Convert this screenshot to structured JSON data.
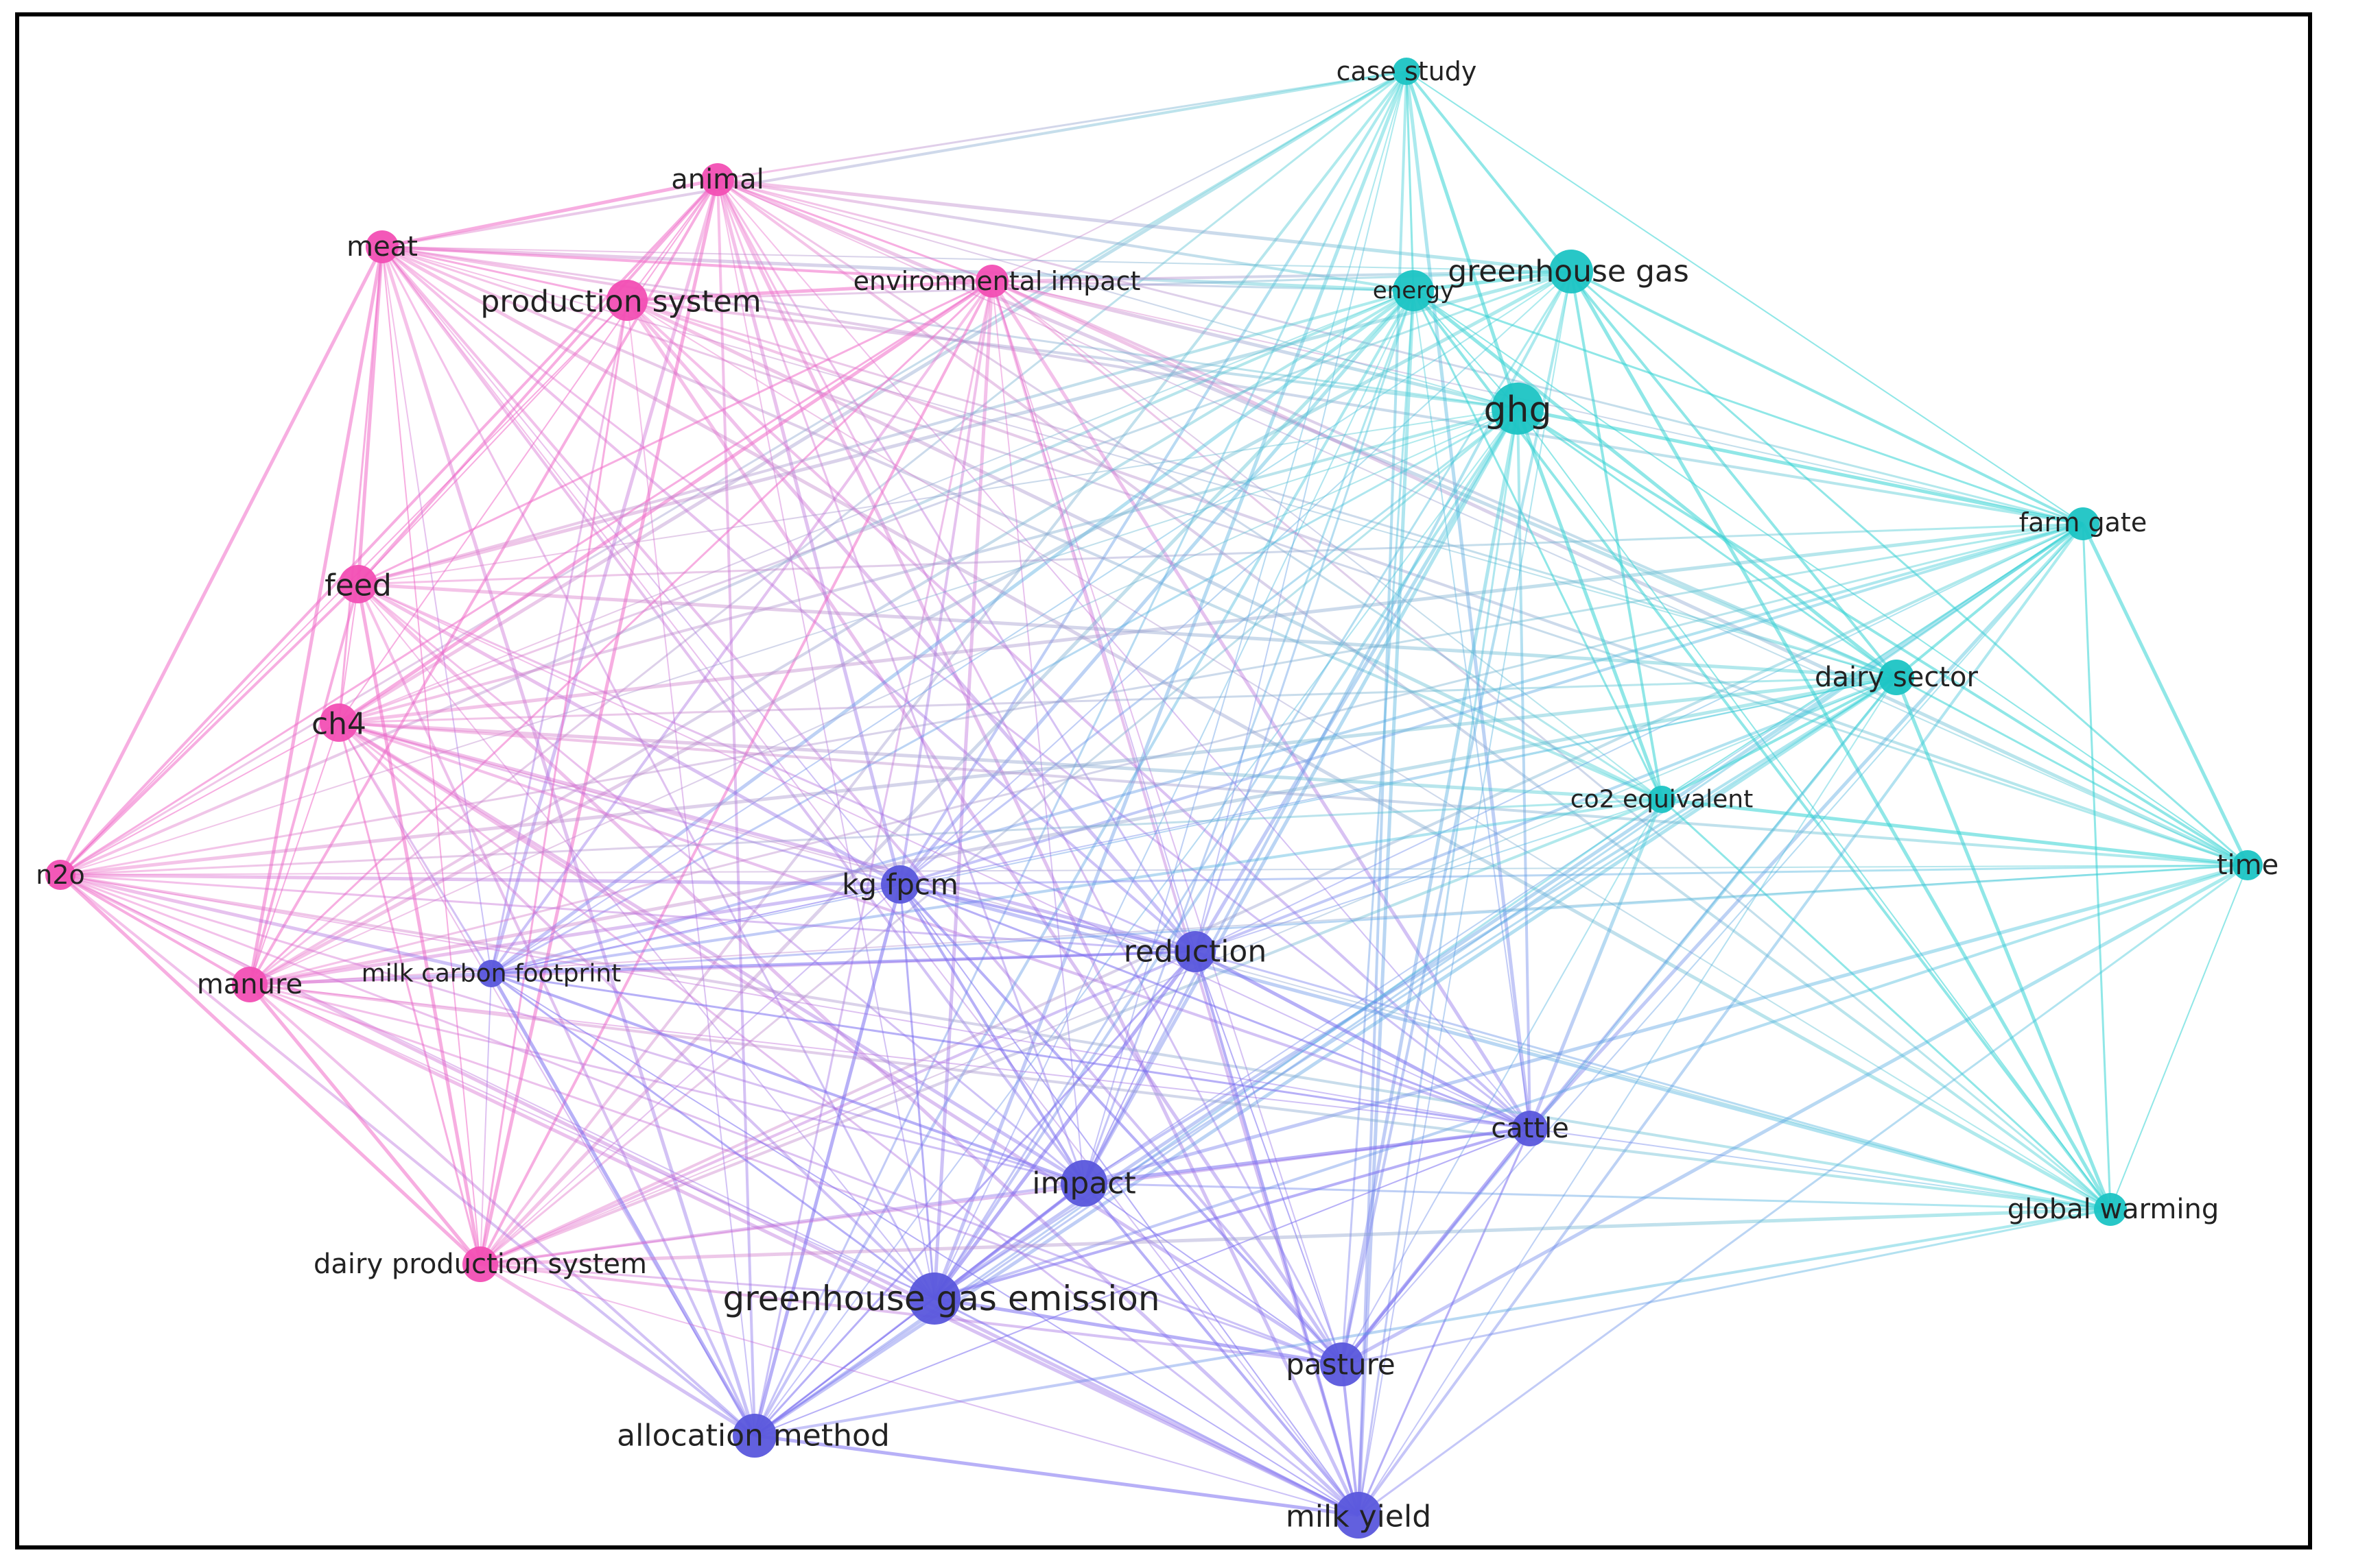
{
  "colors": {
    "cluster_pink": "#f06bc8",
    "cluster_pink_node": "#f24fb4",
    "cluster_blue": "#7b6ff0",
    "cluster_blue_node": "#5a57dc",
    "cluster_cyan": "#35d4d4",
    "cluster_cyan_node": "#1cc4c4",
    "frame": "#000000",
    "label": "#222222"
  },
  "nodes": [
    {
      "id": "case_study",
      "label": "case study",
      "cluster": "cyan"
    },
    {
      "id": "animal",
      "label": "animal",
      "cluster": "pink"
    },
    {
      "id": "meat",
      "label": "meat",
      "cluster": "pink"
    },
    {
      "id": "production_system",
      "label": "production system",
      "cluster": "pink"
    },
    {
      "id": "environmental_impact",
      "label": "environmental impact",
      "cluster": "pink"
    },
    {
      "id": "energy",
      "label": "energy",
      "cluster": "cyan"
    },
    {
      "id": "greenhouse_gas",
      "label": "greenhouse gas",
      "cluster": "cyan"
    },
    {
      "id": "ghg",
      "label": "ghg",
      "cluster": "cyan"
    },
    {
      "id": "farm_gate",
      "label": "farm gate",
      "cluster": "cyan"
    },
    {
      "id": "feed",
      "label": "feed",
      "cluster": "pink"
    },
    {
      "id": "dairy_sector",
      "label": "dairy sector",
      "cluster": "cyan"
    },
    {
      "id": "ch4",
      "label": "ch4",
      "cluster": "pink"
    },
    {
      "id": "co2_equivalent",
      "label": "co2 equivalent",
      "cluster": "cyan"
    },
    {
      "id": "n2o",
      "label": "n2o",
      "cluster": "pink"
    },
    {
      "id": "kg_fpcm",
      "label": "kg fpcm",
      "cluster": "blue"
    },
    {
      "id": "time",
      "label": "time",
      "cluster": "cyan"
    },
    {
      "id": "reduction",
      "label": "reduction",
      "cluster": "blue"
    },
    {
      "id": "manure",
      "label": "manure",
      "cluster": "pink"
    },
    {
      "id": "milk_carbon_footprint",
      "label": "milk carbon footprint",
      "cluster": "blue"
    },
    {
      "id": "cattle",
      "label": "cattle",
      "cluster": "blue"
    },
    {
      "id": "impact",
      "label": "impact",
      "cluster": "blue"
    },
    {
      "id": "global_warming",
      "label": "global warming",
      "cluster": "cyan"
    },
    {
      "id": "dairy_production_system",
      "label": "dairy production system",
      "cluster": "pink"
    },
    {
      "id": "greenhouse_gas_emission",
      "label": "greenhouse gas emission",
      "cluster": "blue"
    },
    {
      "id": "pasture",
      "label": "pasture",
      "cluster": "blue"
    },
    {
      "id": "allocation_method",
      "label": "allocation method",
      "cluster": "blue"
    },
    {
      "id": "milk_yield",
      "label": "milk yield",
      "cluster": "blue"
    }
  ]
}
